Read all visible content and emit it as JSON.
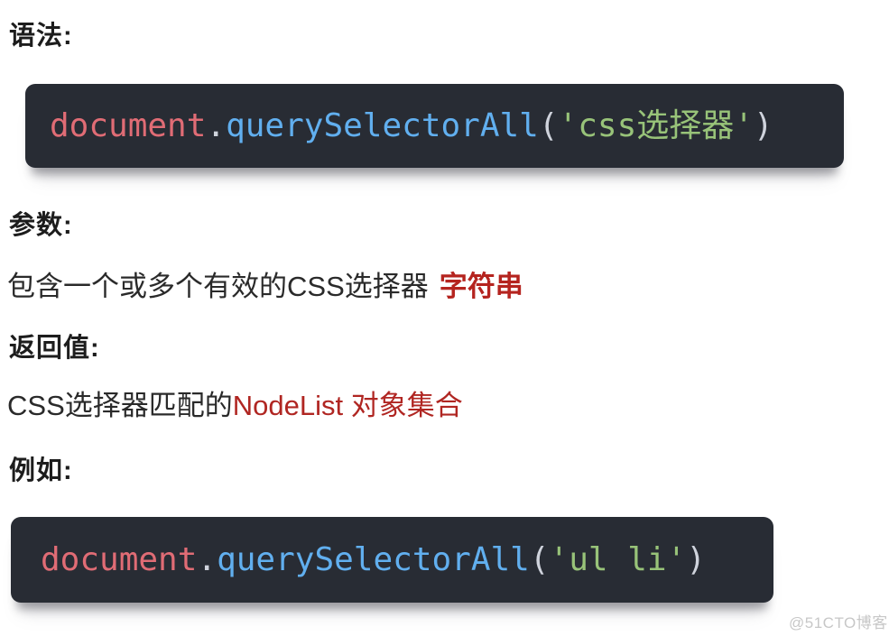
{
  "colors": {
    "page_background": "#ffffff",
    "heading_text": "#1d1d1d",
    "body_text": "#2a2a2a",
    "accent_red_bold": "#b5241f",
    "accent_red": "#b02622",
    "code_background": "#282c34",
    "code_object": "#e06c75",
    "code_method": "#61afef",
    "code_string": "#98c379",
    "code_punctuation": "#cfd3dc",
    "watermark_text_color": "#c7c7c7"
  },
  "headings": {
    "syntax": "语法:",
    "params": "参数:",
    "returns": "返回值:",
    "example": "例如:"
  },
  "params_line": {
    "text": "包含一个或多个有效的CSS选择器",
    "highlight": "字符串"
  },
  "returns_line": {
    "text": "CSS选择器匹配的",
    "highlight": "NodeList 对象集合"
  },
  "code_syntax": {
    "tokens": [
      {
        "text": "document",
        "role": "object"
      },
      {
        "text": ".",
        "role": "punctuation"
      },
      {
        "text": "querySelectorAll",
        "role": "method"
      },
      {
        "text": "(",
        "role": "punctuation"
      },
      {
        "text": "'css选择器'",
        "role": "string"
      },
      {
        "text": ")",
        "role": "punctuation"
      }
    ]
  },
  "code_example": {
    "tokens": [
      {
        "text": "document",
        "role": "object"
      },
      {
        "text": ".",
        "role": "punctuation"
      },
      {
        "text": "querySelectorAll",
        "role": "method"
      },
      {
        "text": "(",
        "role": "punctuation"
      },
      {
        "text": "'ul li'",
        "role": "string"
      },
      {
        "text": ")",
        "role": "punctuation"
      }
    ]
  },
  "watermark": "@51CTO博客"
}
